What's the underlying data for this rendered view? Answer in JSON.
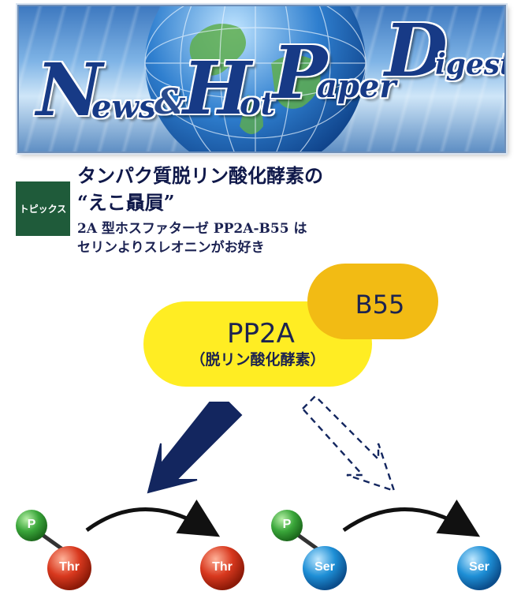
{
  "banner": {
    "title_news": "News",
    "title_amp": "&",
    "title_hot": "Hot",
    "title_paper": "Paper",
    "title_digest": "Digest",
    "colors": {
      "title": "#173a86",
      "sky": "#7fb4e6",
      "globe_water": "#2f7fcf",
      "globe_land": "#5fae4e"
    }
  },
  "badge": {
    "label": "トピックス",
    "color": "#1f5b3a"
  },
  "headline": {
    "line1": "タンパク質脱リン酸化酵素の",
    "line2": "“えこ贔屓”",
    "line3": "2A 型ホスファターゼ PP2A-B55 は",
    "line4": "セリンよりスレオニンがお好き"
  },
  "diagram": {
    "b55_label": "B55",
    "pp2a_label": "PP2A",
    "pp2a_sub": "（脱リン酸化酵素）",
    "phospho_left": "P",
    "thr_left": "Thr",
    "thr_right": "Thr",
    "phospho_right": "P",
    "ser_left": "Ser",
    "ser_right": "Ser",
    "colors": {
      "b55": "#f2bb14",
      "pp2a": "#ffed23",
      "strong_arrow": "#13265f",
      "phosphate": "#3aa63a",
      "thr": "#d8381e",
      "ser": "#1e8fd6"
    }
  }
}
